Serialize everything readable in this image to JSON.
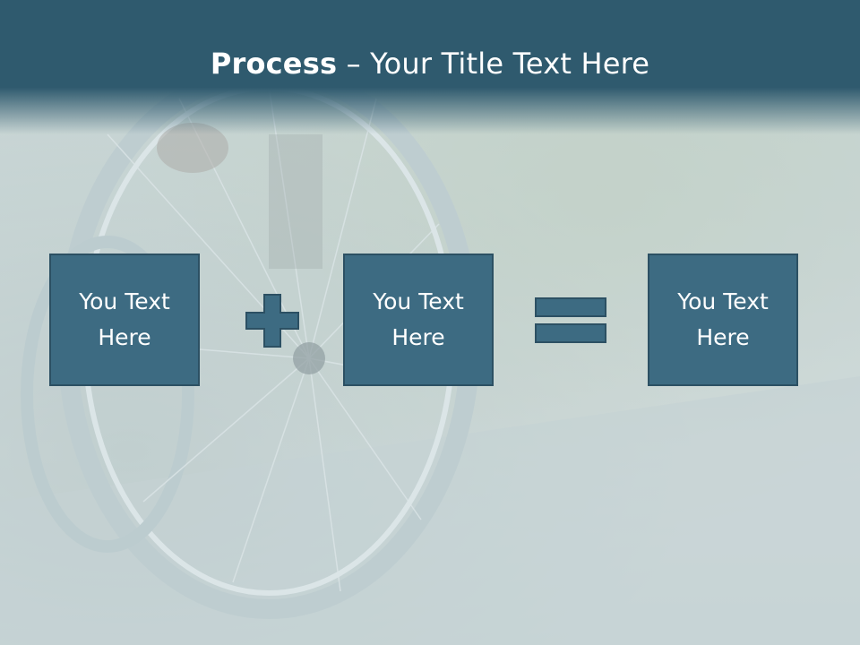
{
  "slide": {
    "title_bold": "Process",
    "title_rest": " – Your Title Text Here"
  },
  "process": {
    "boxes": [
      {
        "text": "You Text Here"
      },
      {
        "text": "You Text Here"
      },
      {
        "text": "You Text Here"
      }
    ],
    "operators": [
      "plus-icon",
      "equals-icon"
    ]
  },
  "colors": {
    "header": "#2f5a6e",
    "box_fill": "#3d6b82",
    "box_border": "#2c5063",
    "text": "#ffffff"
  }
}
